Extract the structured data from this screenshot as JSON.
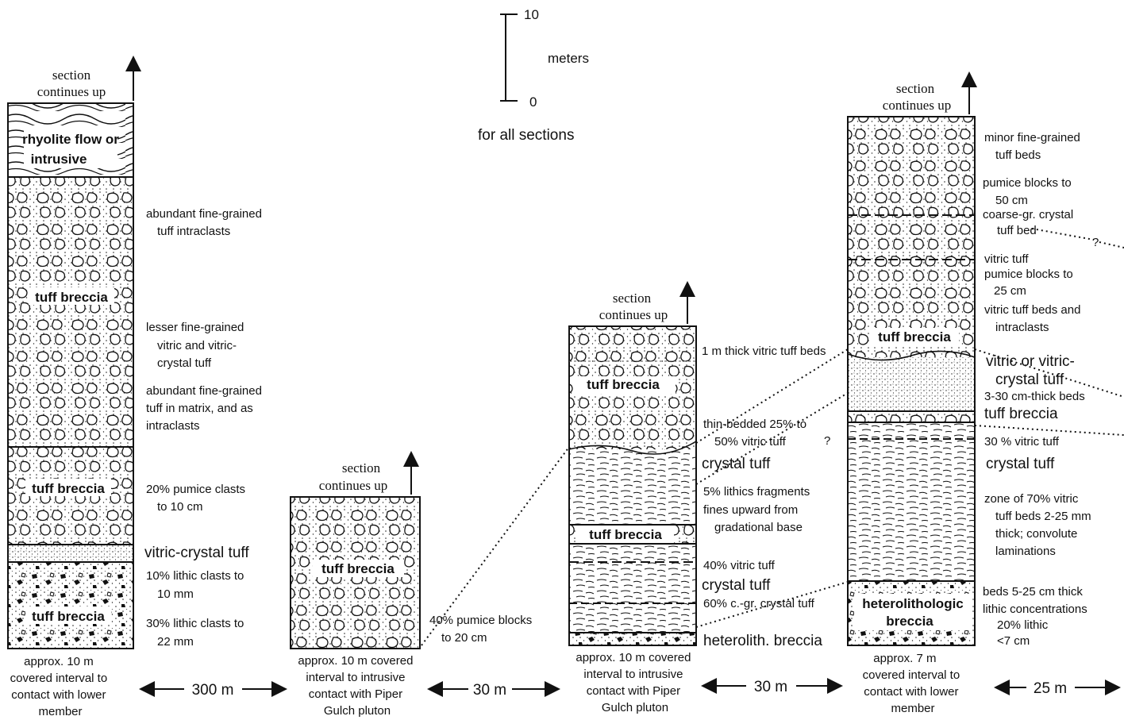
{
  "scale": {
    "top": "10",
    "unit": "meters",
    "bottom": "0",
    "caption": "for all sections"
  },
  "continues": [
    "section",
    "continues up"
  ],
  "columns": [
    {
      "rock_labels": [
        "rhyolite flow or",
        "intrusive",
        "tuff breccia",
        "tuff breccia",
        "tuff breccia"
      ],
      "notes": [
        [
          "abundant fine-grained",
          "tuff intraclasts"
        ],
        [
          "lesser fine-grained",
          "vitric and vitric-",
          "crystal tuff"
        ],
        [
          "abundant fine-grained",
          "tuff in matrix,  and as",
          "intraclasts"
        ],
        [
          "20% pumice clasts",
          "to 10 cm"
        ],
        [
          "vitric-crystal tuff"
        ],
        [
          "10% lithic clasts to",
          "10 mm"
        ],
        [
          "30% lithic clasts to",
          "22 mm"
        ]
      ],
      "base": [
        "approx. 10 m",
        "covered interval to",
        "contact with lower",
        "member"
      ]
    },
    {
      "rock_labels": [
        "tuff breccia"
      ],
      "notes": [
        [
          "40% pumice blocks",
          "to 20 cm"
        ]
      ],
      "base": [
        "approx. 10 m covered",
        "interval to intrusive",
        "contact with Piper",
        "Gulch pluton"
      ]
    },
    {
      "rock_labels": [
        "tuff breccia",
        "tuff breccia"
      ],
      "notes": [
        [
          "1 m thick vitric tuff beds"
        ],
        [
          "thin-bedded 25% to",
          "50% vitric tuff"
        ],
        [
          "crystal tuff"
        ],
        [
          "5% lithics fragments",
          "fines upward from",
          "gradational base"
        ],
        [
          "40% vitric tuff"
        ],
        [
          "crystal tuff"
        ],
        [
          "60% c.-gr. crystal tuff"
        ],
        [
          "heterolith. breccia"
        ]
      ],
      "base": [
        "approx. 10 m covered",
        "interval to intrusive",
        "contact with Piper",
        "Gulch pluton"
      ]
    },
    {
      "rock_labels": [
        "tuff breccia",
        "heterolithologic",
        "breccia"
      ],
      "notes": [
        [
          "minor fine-grained",
          "tuff beds"
        ],
        [
          "pumice blocks to",
          "50 cm"
        ],
        [
          "coarse-gr. crystal",
          "tuff bed"
        ],
        [
          "vitric tuff"
        ],
        [
          "pumice blocks to",
          "25 cm"
        ],
        [
          "vitric  tuff beds and",
          "intraclasts"
        ],
        [
          "vitric or vitric-",
          "crystal tuff"
        ],
        [
          "3-30 cm-thick beds"
        ],
        [
          "tuff breccia"
        ],
        [
          "30 % vitric tuff"
        ],
        [
          "crystal tuff"
        ],
        [
          "zone of 70% vitric",
          "tuff beds 2-25 mm",
          "thick; convolute",
          "laminations"
        ],
        [
          "beds 5-25 cm thick",
          "lithic concentrations",
          "20% lithic",
          "<7 cm"
        ]
      ],
      "base": [
        "approx. 7 m",
        "covered interval to",
        "contact with lower",
        "member"
      ]
    }
  ],
  "question_mark": "?",
  "distances": [
    "300 m",
    "30 m",
    "30 m",
    "25 m"
  ]
}
